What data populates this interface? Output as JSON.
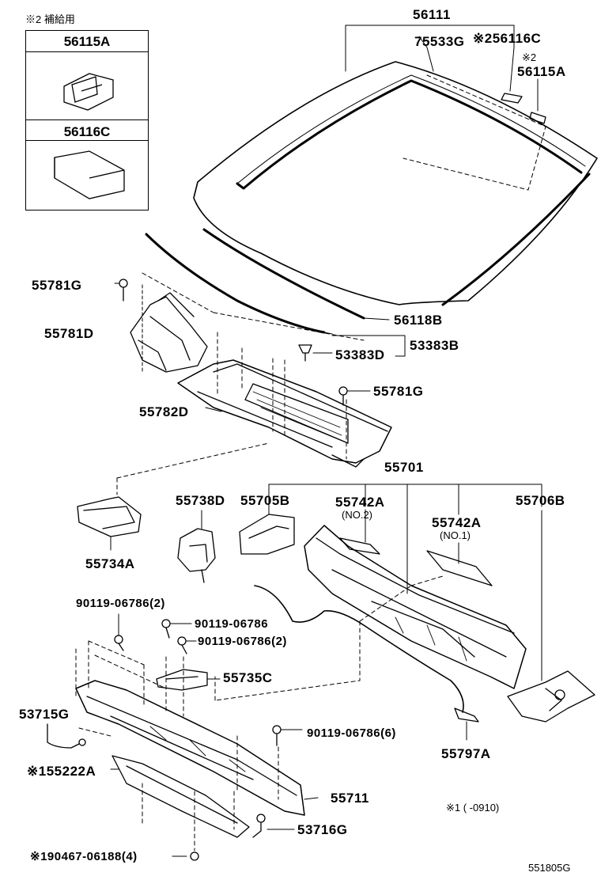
{
  "inset": {
    "note": "※2 補給用",
    "part_a": "56115A",
    "part_b": "56116C"
  },
  "labels": {
    "p56111": "56111",
    "p75533G": "75533G",
    "p56116C": "※256116C",
    "note2": "※2",
    "p56115A": "56115A",
    "p55781G_top": "55781G",
    "p55781D": "55781D",
    "p56118B": "56118B",
    "p53383D": "53383D",
    "p53383B": "53383B",
    "p55781G_mid": "55781G",
    "p55782D": "55782D",
    "p55701": "55701",
    "p55738D": "55738D",
    "p55705B": "55705B",
    "p55742A_1": "55742A",
    "no2": "(NO.2)",
    "p55742A_2": "55742A",
    "no1": "(NO.1)",
    "p55706B": "55706B",
    "p55734A": "55734A",
    "p90119_a": "90119-06786(2)",
    "p90119_b": "90119-06786",
    "p90119_c": "90119-06786(2)",
    "p55735C": "55735C",
    "p53715G": "53715G",
    "p90119_d": "90119-06786(6)",
    "p55797A": "55797A",
    "p55222A": "※155222A",
    "p55711": "55711",
    "date_note": "※1 (    -0910)",
    "p53716G": "53716G",
    "p90467": "※190467-06188(4)",
    "drawing_no": "551805G"
  }
}
